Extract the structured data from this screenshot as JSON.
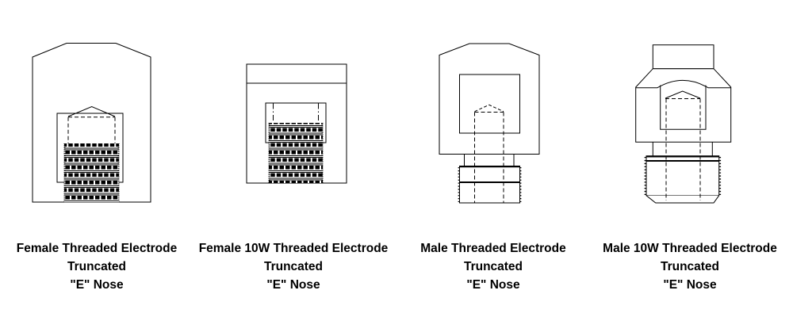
{
  "page": {
    "background": "#ffffff",
    "line_color": "#000000"
  },
  "figures": [
    {
      "id": "female-threaded-electrode",
      "caption_lines": [
        "Female Threaded Electrode",
        "Truncated",
        "\"E\" Nose"
      ]
    },
    {
      "id": "female-10w-threaded-electrode",
      "caption_lines": [
        "Female 10W Threaded Electrode",
        "Truncated",
        "\"E\" Nose"
      ]
    },
    {
      "id": "male-threaded-electrode",
      "caption_lines": [
        "Male Threaded Electrode",
        "Truncated",
        "\"E\" Nose"
      ]
    },
    {
      "id": "male-10w-threaded-electrode",
      "caption_lines": [
        "Male 10W Threaded Electrode",
        "Truncated",
        "\"E\" Nose"
      ]
    }
  ]
}
